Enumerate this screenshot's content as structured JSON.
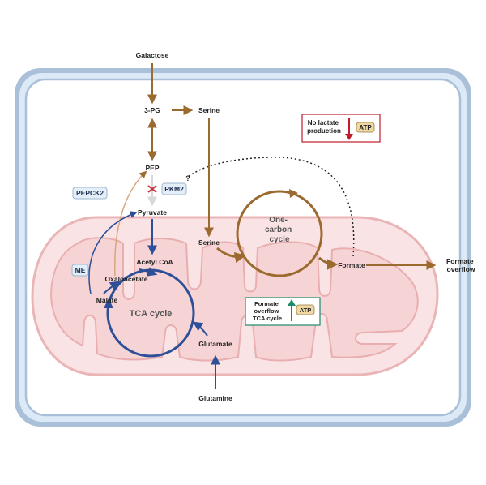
{
  "metabolites": {
    "galactose": "Galactose",
    "pg3": "3-PG",
    "serine_cyto": "Serine",
    "pep": "PEP",
    "pyruvate": "Pyruvate",
    "serine_mito": "Serine",
    "acetyl_coa": "Acetyl CoA",
    "oxaloacetate": "Oxaloacetate",
    "malate": "Malate",
    "formate": "Formate",
    "glutamate": "Glutamate",
    "glutamine": "Glutamine",
    "formate_overflow_out": "Formate overflow"
  },
  "enzymes": {
    "pepck2": "PEPCK2",
    "pkm2": "PKM2",
    "pkm2_query": "?",
    "me": "ME"
  },
  "cycles": {
    "tca": "TCA cycle",
    "one_carbon": "One-carbon cycle"
  },
  "callouts": {
    "no_lactate": "No lactate production",
    "formate_tca": "Formate overflow TCA cycle",
    "atp": "ATP"
  },
  "colors": {
    "carbon_brown": "#9a6a2e",
    "tca_blue": "#2c4f97",
    "cell_wall": "#a9c0d8",
    "mito_fill": "#f6d9da",
    "mito_edge": "#e9aeb0",
    "inhibit_red": "#c6323a",
    "up_green": "#1b8c6a",
    "down_red": "#c01c2a",
    "atp_fill": "#efd8a6"
  }
}
